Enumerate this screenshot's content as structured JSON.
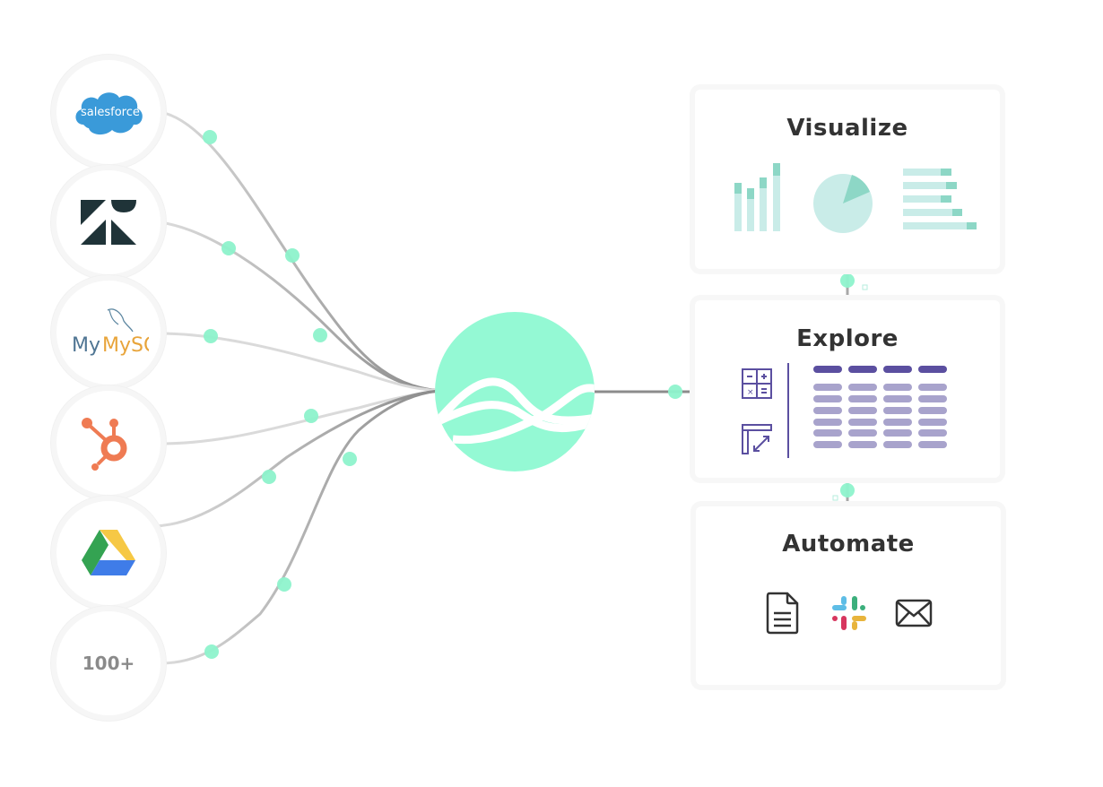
{
  "diagram": {
    "sources": [
      {
        "name": "salesforce",
        "label": "salesforce",
        "icon": "salesforce-cloud-icon"
      },
      {
        "name": "zendesk",
        "label": "",
        "icon": "zendesk-icon"
      },
      {
        "name": "mysql",
        "label": "MySQL",
        "icon": "mysql-dolphin-icon"
      },
      {
        "name": "hubspot",
        "label": "",
        "icon": "hubspot-sprocket-icon"
      },
      {
        "name": "google-drive",
        "label": "",
        "icon": "google-drive-icon"
      },
      {
        "name": "more",
        "label": "100+",
        "icon": ""
      }
    ],
    "hub": {
      "icon": "waves-logo-icon"
    },
    "outputs": [
      {
        "name": "visualize",
        "title": "Visualize",
        "icons": [
          "bar-chart-icon",
          "pie-chart-icon",
          "horizontal-bar-chart-icon"
        ]
      },
      {
        "name": "explore",
        "title": "Explore",
        "icons": [
          "calculator-icon",
          "resize-table-icon",
          "data-table-icon"
        ]
      },
      {
        "name": "automate",
        "title": "Automate",
        "icons": [
          "document-icon",
          "slack-icon",
          "email-icon"
        ]
      }
    ],
    "colors": {
      "accent": "#94f9d4",
      "node": "#8ef3cc",
      "wire": "#c8c8c8",
      "chart_light": "#c9ece8",
      "chart_dark": "#8dd7c6",
      "table_header": "#5b4fa0",
      "table_row": "#a8a3cc",
      "title": "#333333"
    }
  }
}
